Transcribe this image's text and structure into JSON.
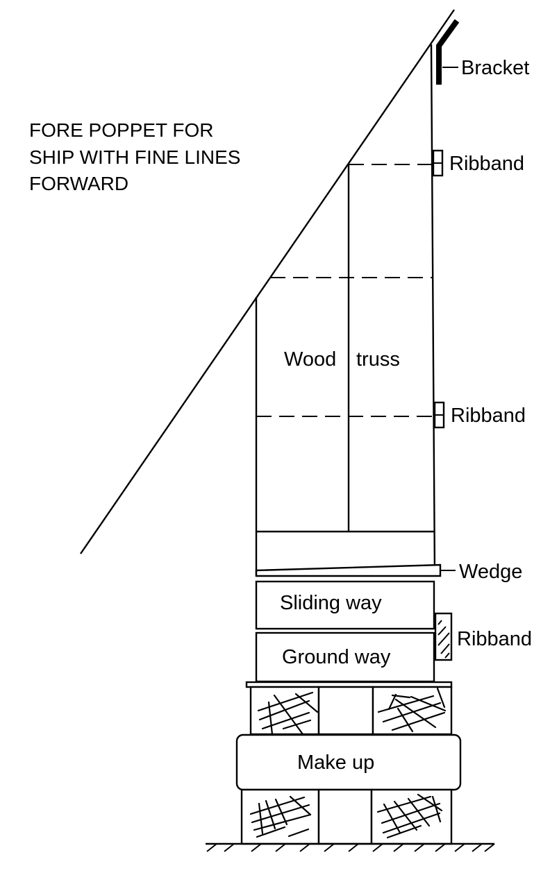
{
  "title_lines": [
    "FORE POPPET FOR",
    "SHIP WITH FINE LINES",
    "FORWARD"
  ],
  "labels": {
    "bracket": "Bracket",
    "ribband_upper": "Ribband",
    "ribband_middle": "Ribband",
    "ribband_lower": "Ribband",
    "wood": "Wood",
    "truss": "truss",
    "wedge": "Wedge",
    "sliding_way": "Sliding way",
    "ground_way": "Ground way",
    "make_up": "Make up"
  }
}
